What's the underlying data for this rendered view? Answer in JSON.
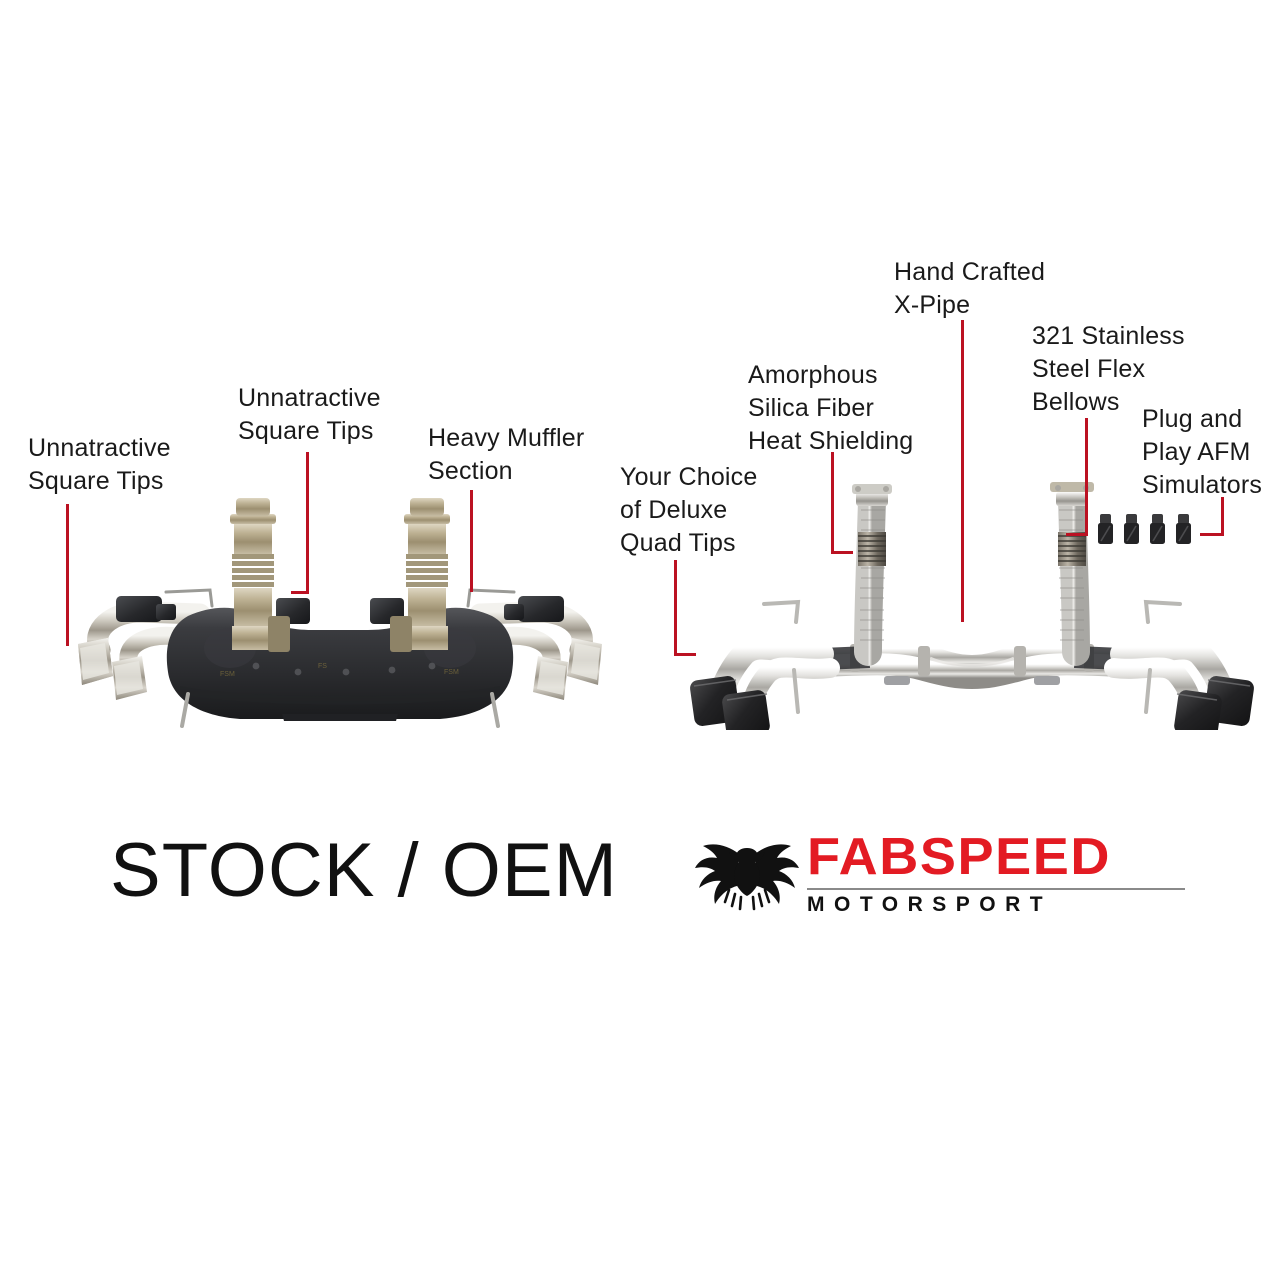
{
  "background_color": "#ffffff",
  "accent_color": "#bb1122",
  "brand_red": "#e31b23",
  "text_color": "#1a1a1a",
  "stock": {
    "caption": "STOCK / OEM",
    "product_name": "stock-oem-exhaust-system",
    "callouts": [
      {
        "id": "tips-left",
        "text": "Unnatractive\nSquare Tips"
      },
      {
        "id": "tips-center",
        "text": "Unnatractive\nSquare Tips"
      },
      {
        "id": "muffler",
        "text": "Heavy Muffler\nSection"
      }
    ]
  },
  "fabspeed": {
    "product_name": "fabspeed-valvetronic-exhaust-system",
    "callouts": [
      {
        "id": "quad-tips",
        "text": "Your Choice\nof Deluxe\nQuad Tips"
      },
      {
        "id": "heat-shield",
        "text": "Amorphous\nSilica Fiber\nHeat Shielding"
      },
      {
        "id": "x-pipe",
        "text": "Hand Crafted\nX-Pipe"
      },
      {
        "id": "flex-bellows",
        "text": "321 Stainless\nSteel Flex\nBellows"
      },
      {
        "id": "afm",
        "text": "Plug and\nPlay AFM\nSimulators"
      }
    ]
  },
  "brand": {
    "name": "FABSPEED",
    "subtitle": "MOTORSPORT",
    "mark": "eagle-icon"
  }
}
